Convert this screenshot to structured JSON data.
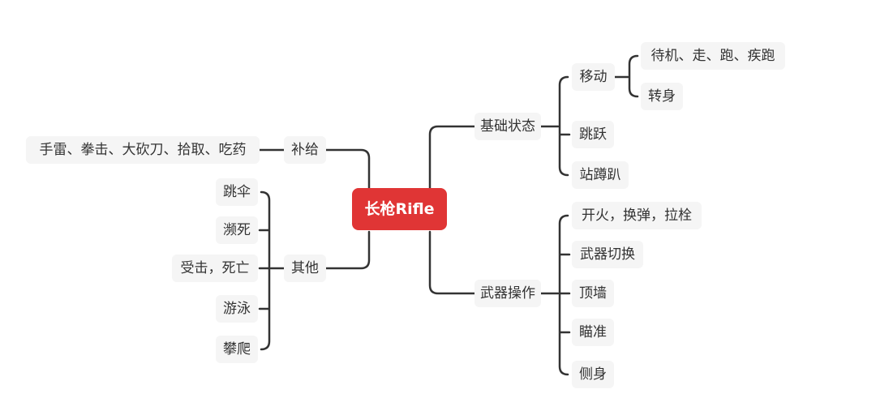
{
  "root": "长枪Rifle",
  "left": {
    "supply": {
      "label": "补给",
      "child": "手雷、拳击、大砍刀、拾取、吃药"
    },
    "other": {
      "label": "其他",
      "children": [
        "跳伞",
        "濒死",
        "受击，死亡",
        "游泳",
        "攀爬"
      ]
    }
  },
  "right": {
    "basic": {
      "label": "基础状态",
      "move": {
        "label": "移动",
        "children": [
          "待机、走、跑、疾跑",
          "转身"
        ]
      },
      "jump": "跳跃",
      "stance": "站蹲趴"
    },
    "weapon": {
      "label": "武器操作",
      "children": [
        "开火，换弹，拉栓",
        "武器切换",
        "顶墙",
        "瞄准",
        "侧身"
      ]
    }
  },
  "colors": {
    "root_bg": "#e03535",
    "node_bg": "#f5f5f5",
    "line": "#333333"
  }
}
